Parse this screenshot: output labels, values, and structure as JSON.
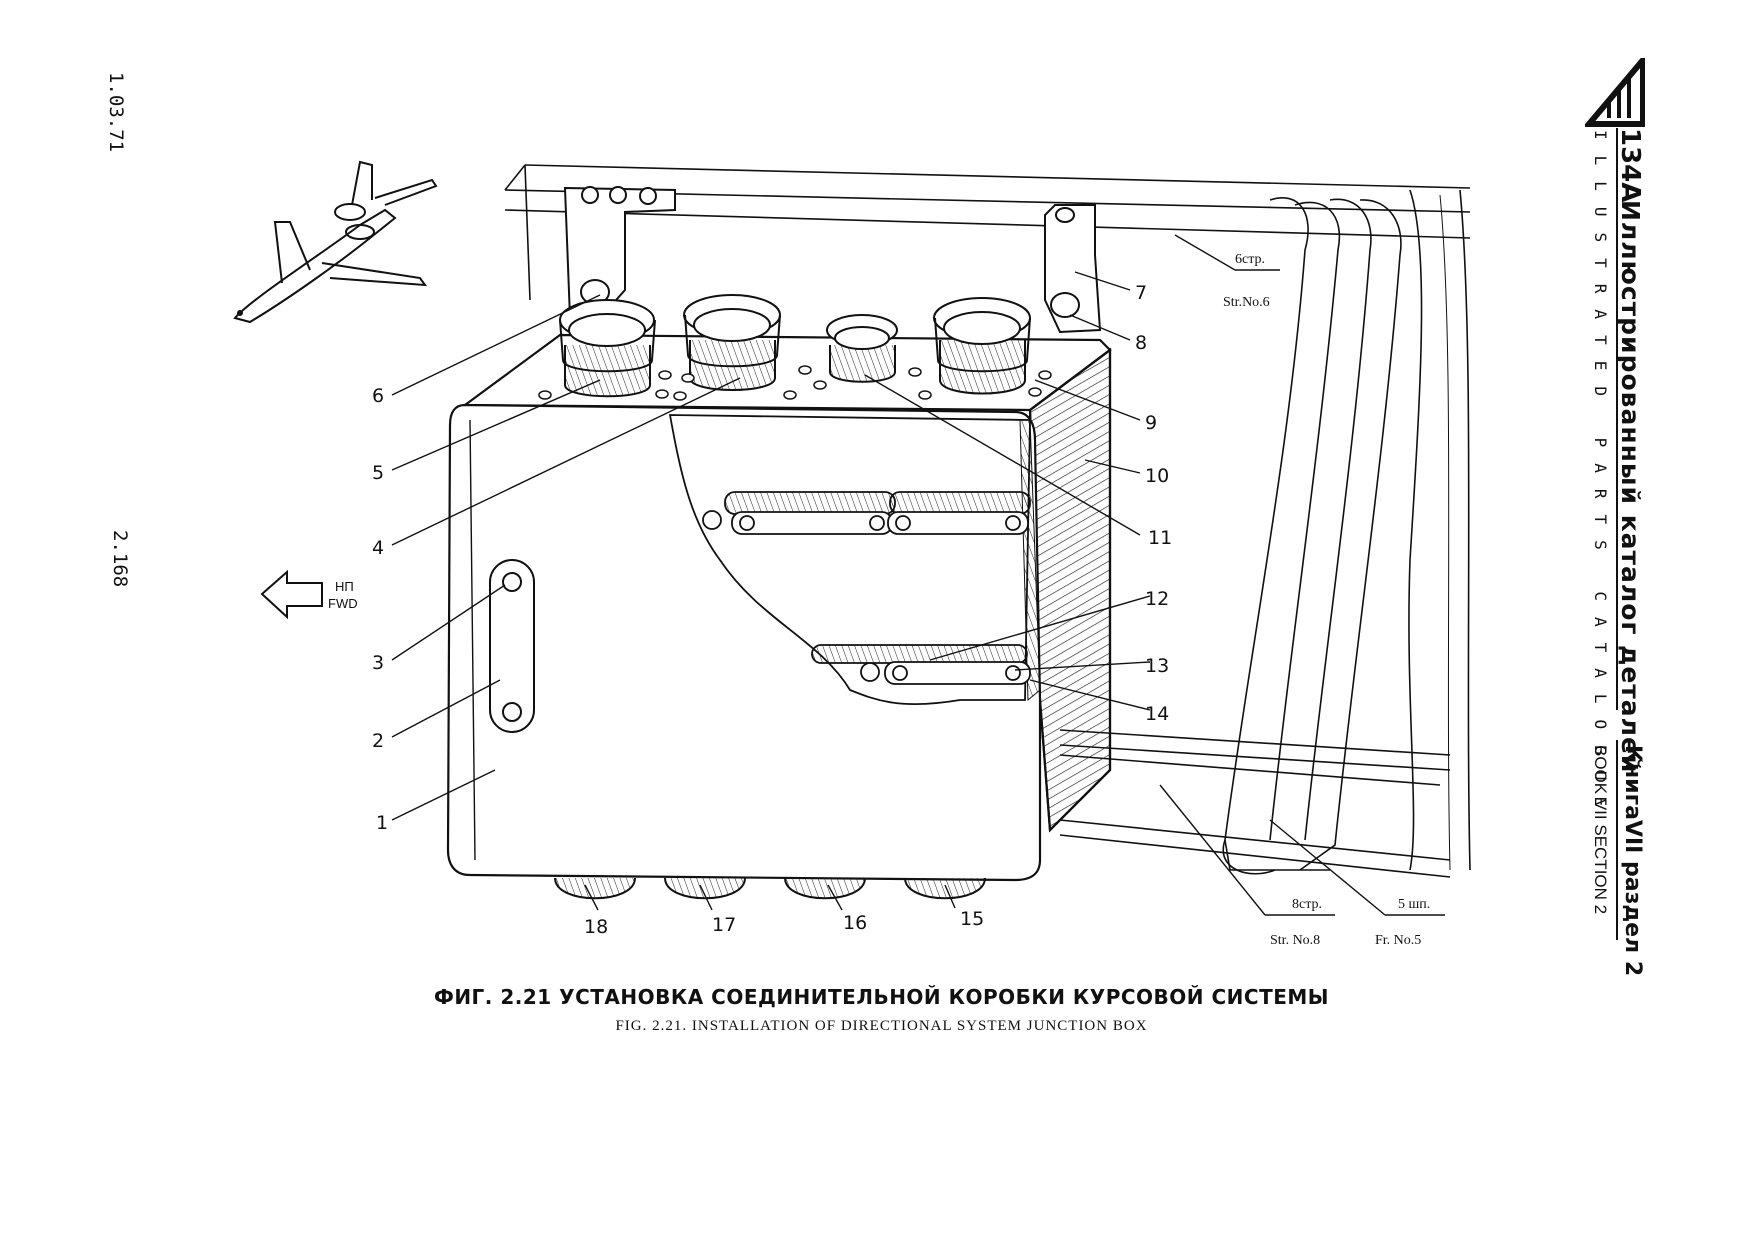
{
  "margin_left": {
    "date": "1.03.71",
    "page": "2.168"
  },
  "header": {
    "model": "134А",
    "title_ru": "Иллюстрированный каталог деталей",
    "title_en": "ILLUSTRATED PARTS CATALOGUE",
    "book_ru": "КнигаVII раздел 2",
    "book_en": "BOOK VII SECTION 2"
  },
  "direction": {
    "ru": "НП",
    "en": "FWD"
  },
  "callouts": [
    "1",
    "2",
    "3",
    "4",
    "5",
    "6",
    "7",
    "8",
    "9",
    "10",
    "11",
    "12",
    "13",
    "14",
    "15",
    "16",
    "17",
    "18"
  ],
  "references": {
    "str6_ru": "6стр.",
    "str6_en": "Str.No.6",
    "str8_ru": "8стр.",
    "str8_en": "Str. No.8",
    "fr5_ru": "5 шп.",
    "fr5_en": "Fr. No.5"
  },
  "caption": {
    "ru": "ФИГ. 2.21 УСТАНОВКА СОЕДИНИТЕЛЬНОЙ КОРОБКИ КУРСОВОЙ СИСТЕМЫ",
    "en": "FIG. 2.21. INSTALLATION OF DIRECTIONAL SYSTEM JUNCTION BOX"
  }
}
